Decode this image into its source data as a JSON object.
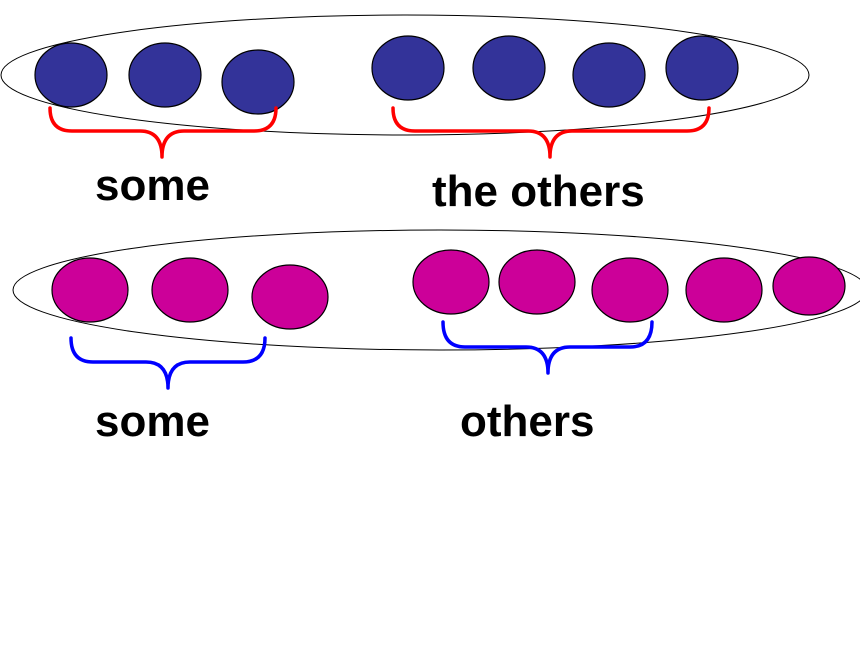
{
  "colors": {
    "navy_circle": "#333399",
    "magenta_circle": "#cc0099",
    "red_brace": "#ff0000",
    "blue_brace": "#0000ff",
    "outline": "#000000",
    "background": "#ffffff"
  },
  "top_group": {
    "left_label": "some",
    "right_label": "the others",
    "circle_count": 7
  },
  "bottom_group": {
    "left_label": "some",
    "right_label": "others",
    "circle_count": 8
  }
}
